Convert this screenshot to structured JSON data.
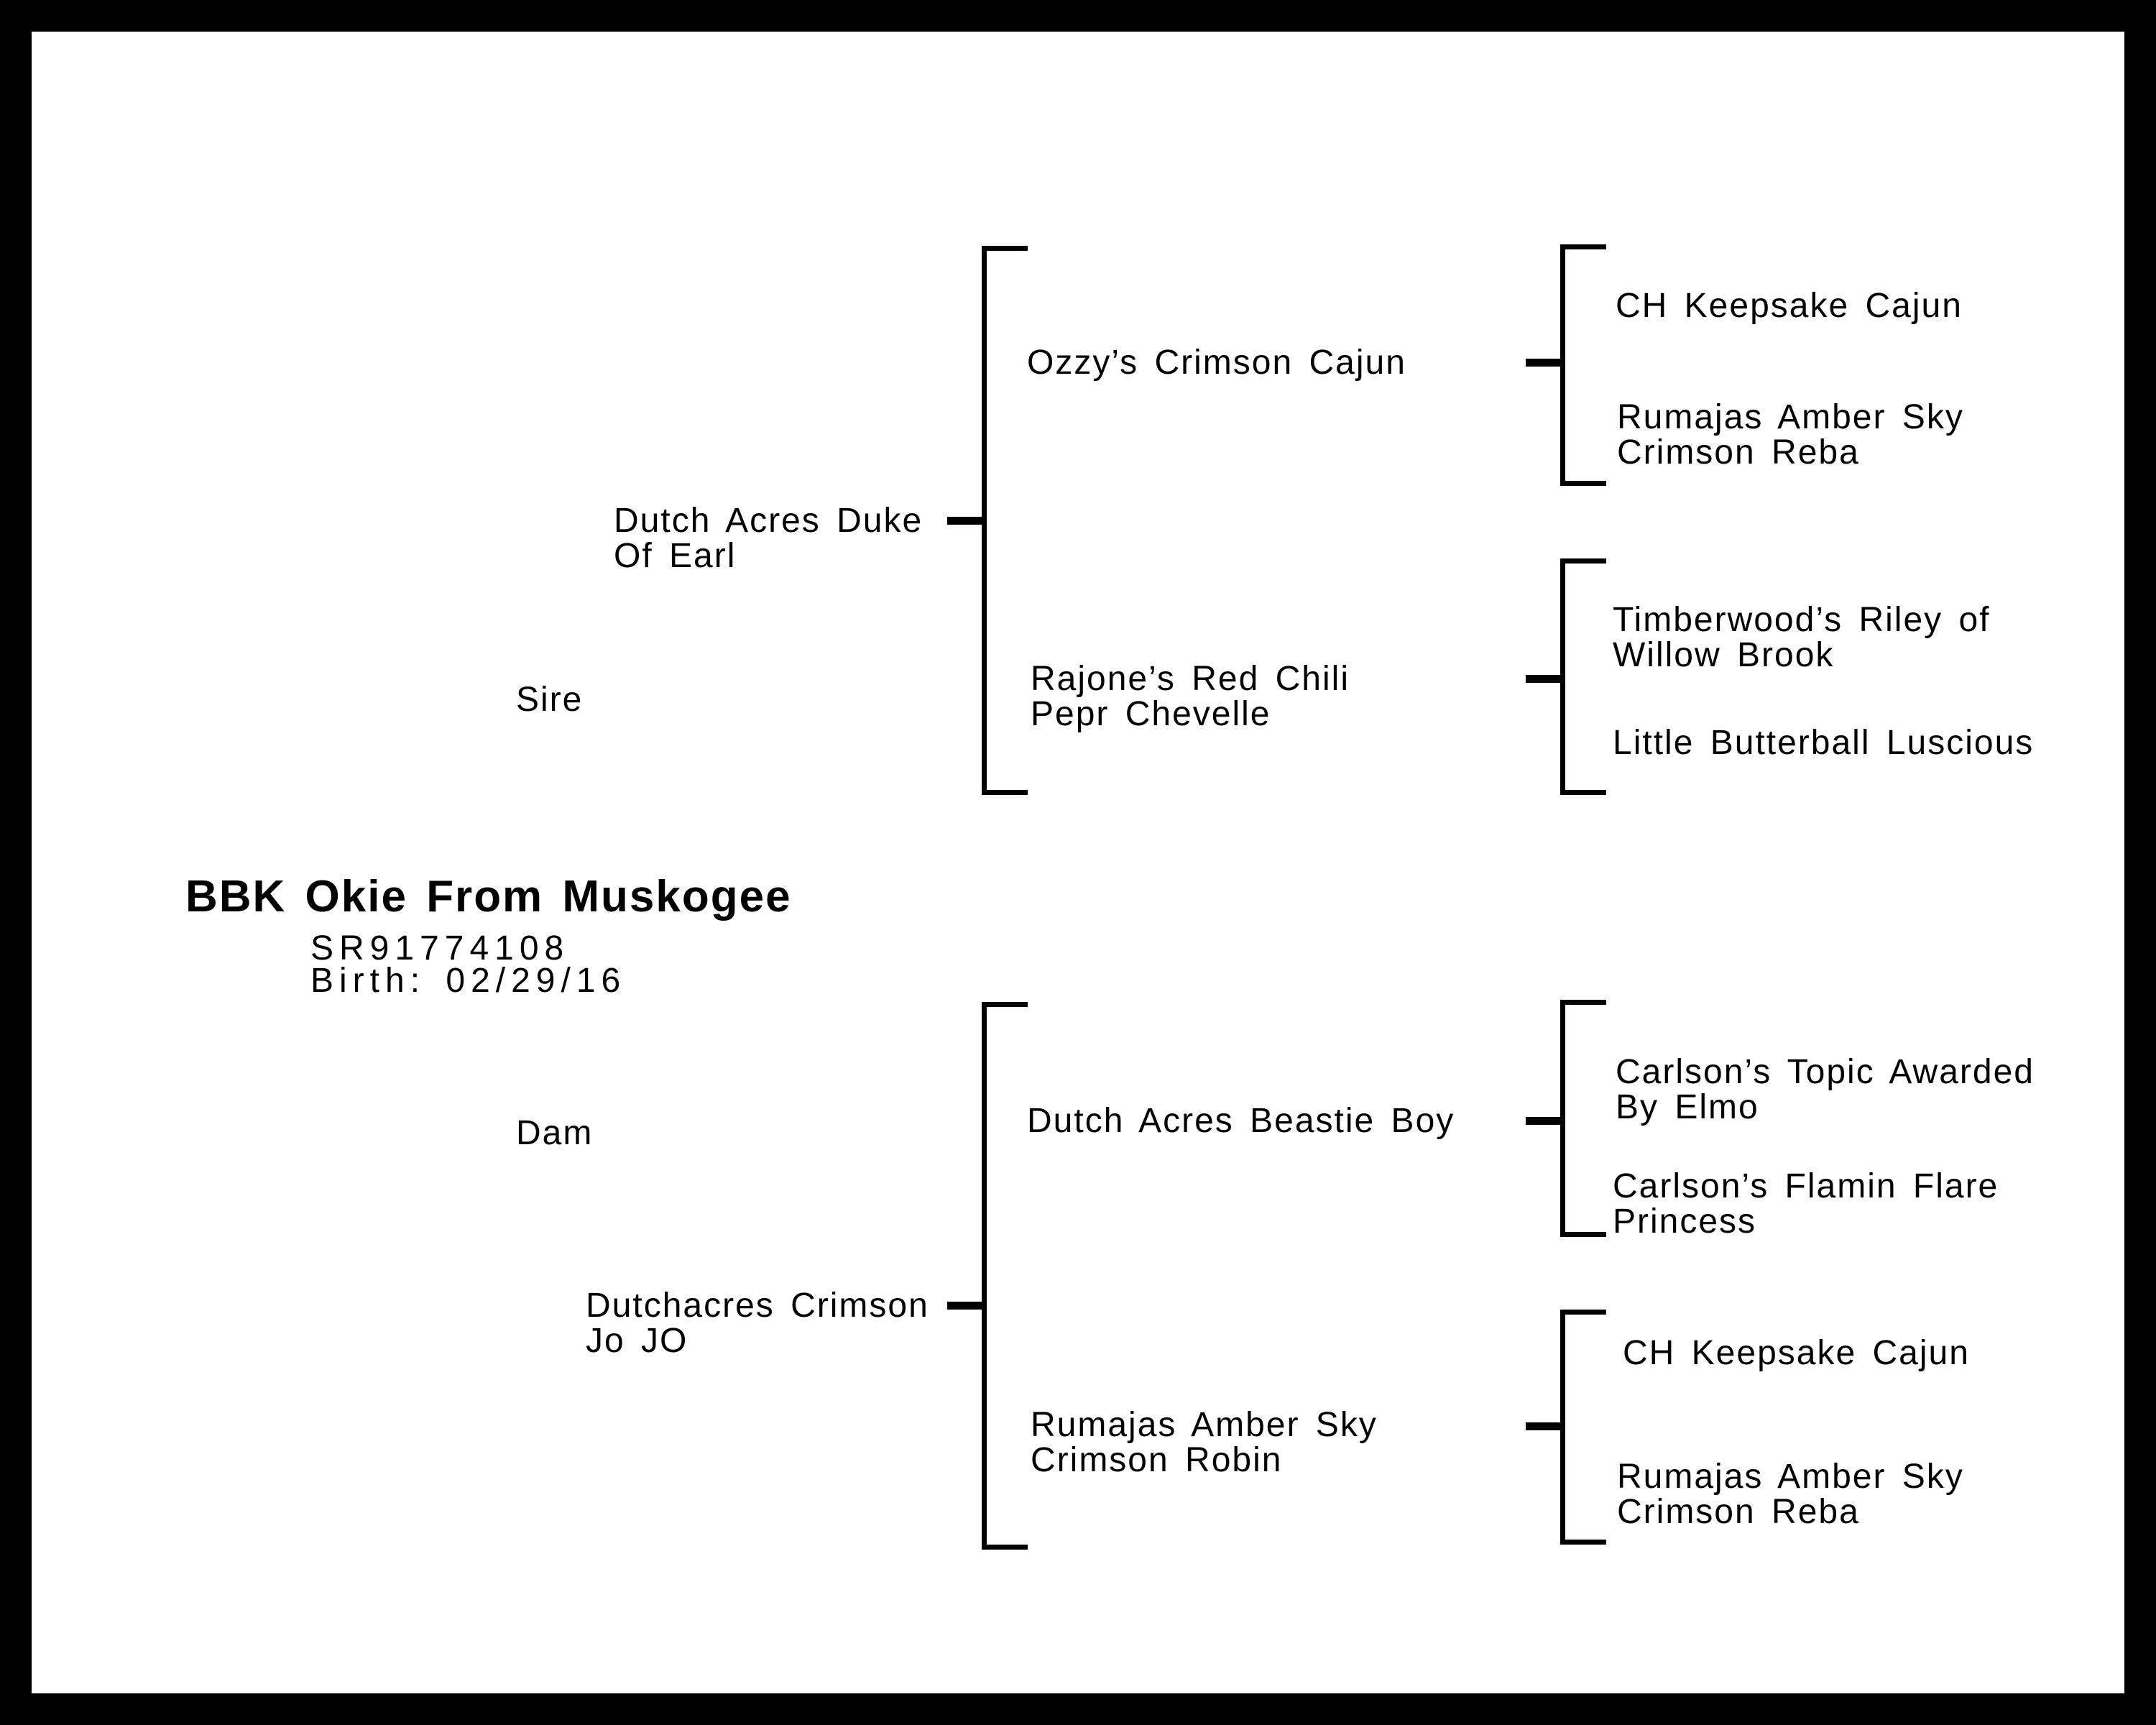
{
  "page": {
    "background_color": "#ffffff",
    "frame_color": "#000000",
    "line_color": "#000000",
    "text_color": "#000000"
  },
  "subject": {
    "name": "BBK Okie From Muskogee",
    "registration": "SR91774108",
    "birth": "Birth: 02/29/16"
  },
  "sire_branch": {
    "label": "Sire",
    "name": [
      "Dutch Acres Duke",
      "Of Earl"
    ],
    "sire": {
      "name": [
        "Ozzy’s Crimson Cajun"
      ],
      "sire": {
        "name": [
          "CH Keepsake Cajun"
        ]
      },
      "dam": {
        "name": [
          "Rumajas Amber Sky",
          "Crimson Reba"
        ]
      }
    },
    "dam": {
      "name": [
        "Rajone’s Red Chili",
        "Pepr Chevelle"
      ],
      "sire": {
        "name": [
          "Timberwood’s Riley of",
          "Willow Brook"
        ]
      },
      "dam": {
        "name": [
          "Little Butterball Luscious"
        ]
      }
    }
  },
  "dam_branch": {
    "label": "Dam",
    "name": [
      "Dutchacres Crimson",
      "Jo JO"
    ],
    "sire": {
      "name": [
        "Dutch Acres Beastie Boy"
      ],
      "sire": {
        "name": [
          "Carlson’s Topic Awarded",
          "By Elmo"
        ]
      },
      "dam": {
        "name": [
          "Carlson’s Flamin Flare",
          "Princess"
        ]
      }
    },
    "dam": {
      "name": [
        "Rumajas Amber Sky",
        "Crimson Robin"
      ],
      "sire": {
        "name": [
          "CH Keepsake Cajun"
        ]
      },
      "dam": {
        "name": [
          "Rumajas Amber Sky",
          "Crimson Reba"
        ]
      }
    }
  }
}
